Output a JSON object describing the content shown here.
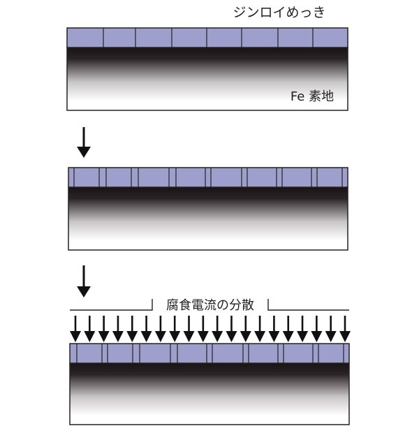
{
  "labels": {
    "plating": "ジンロイめっき",
    "substrate": "Fe 素地",
    "corrosion": "腐食電流の分散"
  },
  "stages": [
    {
      "stage": 1,
      "cracked": false
    },
    {
      "stage": 2,
      "cracked": true
    },
    {
      "stage": 3,
      "cracked": true,
      "corrosion_current_arrows": 20
    }
  ],
  "icons": {
    "process_arrow": "down-arrow-icon",
    "current_arrow": "down-arrow-icon"
  },
  "colors": {
    "plating_fill": "#9f9fce",
    "substrate_dark": "#1a1416",
    "substrate_light": "#ffffff",
    "outline": "#222222"
  }
}
